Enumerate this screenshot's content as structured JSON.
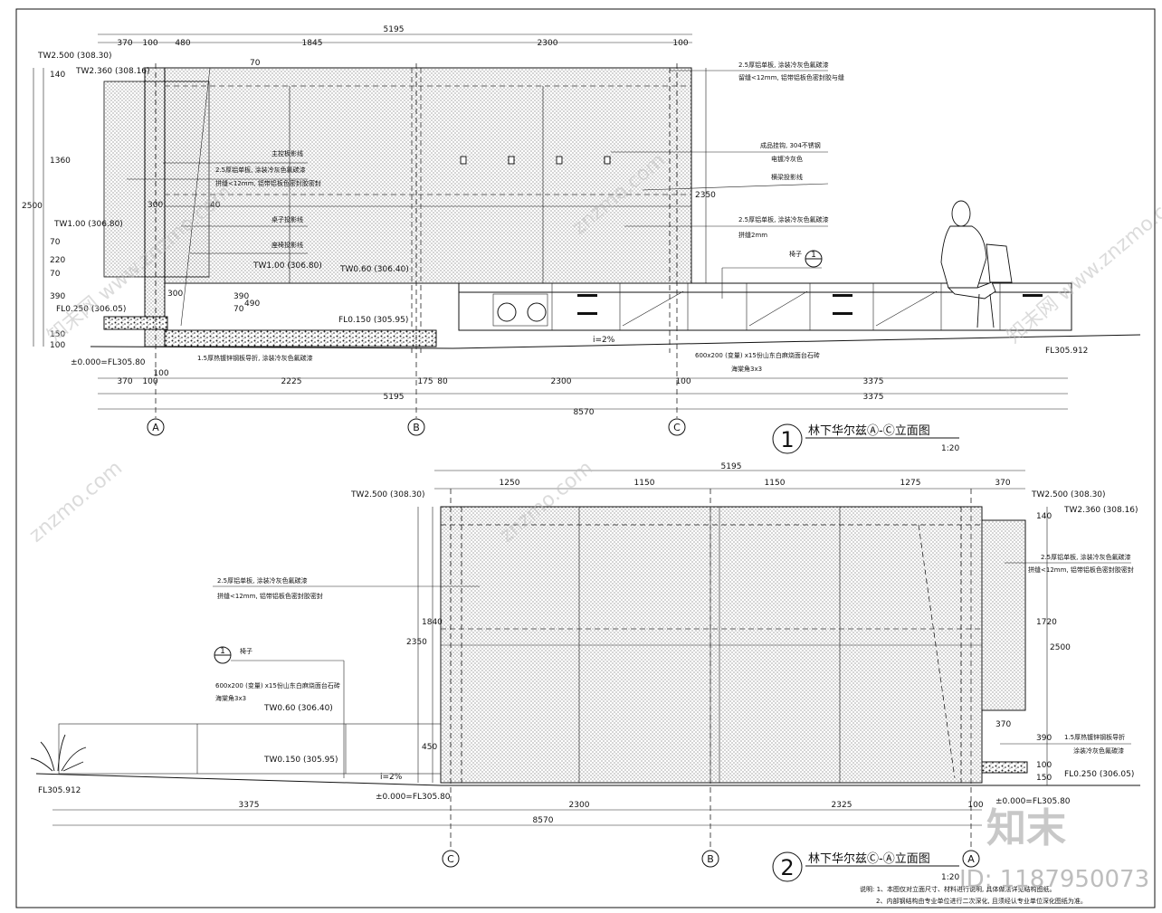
{
  "drawing1": {
    "title": "林下华尔兹Ⓐ-Ⓒ立面图",
    "number": "1",
    "scale": "1:20",
    "top_dims": [
      "370",
      "100",
      "480",
      "1845",
      "2300",
      "100"
    ],
    "top_total": "5195",
    "bottom_dims_row1": [
      "370",
      "100",
      "2225",
      "175",
      "80",
      "2300",
      "100",
      "3375"
    ],
    "bottom_dims_row2": [
      "5195",
      "3375"
    ],
    "bottom_total": "8570",
    "under_dim": "100",
    "grid_labels": [
      "A",
      "B",
      "C"
    ],
    "left_vertical_dims": [
      "140",
      "1360",
      "2500",
      "70",
      "220",
      "70",
      "390",
      "150",
      "100"
    ],
    "inner_vertical_dims": [
      "70",
      "390",
      "490",
      "70"
    ],
    "right_vertical_dim": "2350",
    "elevations": {
      "tw2500": "TW2.500 (308.30)",
      "tw2360": "TW2.360 (308.16)",
      "tw100_left": "TW1.00 (306.80)",
      "tw100_mid": "TW1.00 (306.80)",
      "tw060": "TW0.60 (306.40)",
      "fl0250": "FL0.250 (306.05)",
      "fl0150": "FL0.150 (305.95)",
      "zero": "±0.000=FL305.80",
      "fl_right": "FL305.912"
    },
    "notes_left": [
      "主控板影线",
      "2.5厚铝单板, 涂装冷灰色氟碳漆",
      "拼缝<12mm, 铝带铝板色密封胶密封",
      "桌子投影线",
      "座椅投影线"
    ],
    "notes_right_top": [
      "2.5厚铝单板, 涂装冷灰色氟碳漆",
      "留缝<12mm, 铝带铝板色密封胶与缝"
    ],
    "notes_right_mid": [
      "成品挂钩, 304不锈钢",
      "电镀冷灰色",
      "横梁投影线"
    ],
    "notes_right_low": [
      "2.5厚铝单板, 涂装冷灰色氟碳漆",
      "拼缝2mm"
    ],
    "note_bottom": "1.5厚热镀锌钢板导折, 涂装冷灰色氟碳漆",
    "note_paving": [
      "600x200 (变量) x15份山东白麻烧面台石砖",
      "海棠角3x3"
    ],
    "bench_label": "椅子",
    "bench_ref": "1",
    "slope": "i=2%",
    "dim_small": [
      "300",
      "40",
      "300"
    ]
  },
  "drawing2": {
    "title": "林下华尔兹Ⓒ-Ⓐ立面图",
    "number": "2",
    "scale": "1:20",
    "top_dims": [
      "1250",
      "1150",
      "1150",
      "1275",
      "370"
    ],
    "top_total": "5195",
    "bottom_dims": [
      "3375",
      "2300",
      "2325",
      "100"
    ],
    "bottom_total": "8570",
    "grid_labels": [
      "C",
      "B",
      "A"
    ],
    "left_vertical_dims": [
      "1840",
      "2350",
      "450"
    ],
    "right_vertical_dims": [
      "140",
      "1720",
      "2500",
      "390",
      "100",
      "150"
    ],
    "side_dim": "370",
    "elevations": {
      "tw2500_left": "TW2.500 (308.30)",
      "tw2500_right": "TW2.500 (308.30)",
      "tw2360": "TW2.360 (308.16)",
      "tw060": "TW0.60 (306.40)",
      "tw0150": "TW0.150 (305.95)",
      "fl_left": "FL305.912",
      "zero_left": "±0.000=FL305.80",
      "fl0250": "FL0.250 (306.05)",
      "zero_right": "±0.000=FL305.80"
    },
    "notes_panel": [
      "2.5厚铝单板, 涂装冷灰色氟碳漆",
      "拼缝<12mm, 铝带铝板色密封胶密封"
    ],
    "notes_right": [
      "2.5厚铝单板, 涂装冷灰色氟碳漆",
      "拼缝<12mm, 铝带铝板色密封胶密封"
    ],
    "note_bottom_right": [
      "1.5厚热镀锌钢板导折",
      "涂装冷灰色氟碳漆"
    ],
    "bench_label": "椅子",
    "bench_ref": "1",
    "note_paving": [
      "600x200 (变量) x15份山东白麻烧面台石砖",
      "海棠角3x3"
    ],
    "slope": "i=2%"
  },
  "footer_notes": [
    "说明: 1、本图仅对立面尺寸、材料进行说明, 具体做法详见结构图纸。",
    "2、内部钢结构由专业单位进行二次深化, 且须经认专业单位深化图纸为准。"
  ],
  "watermarks": [
    "知末网 www.znzmo.com",
    "znzmo.com"
  ],
  "brand": {
    "logo": "知末",
    "id": "ID: 1187950073"
  }
}
